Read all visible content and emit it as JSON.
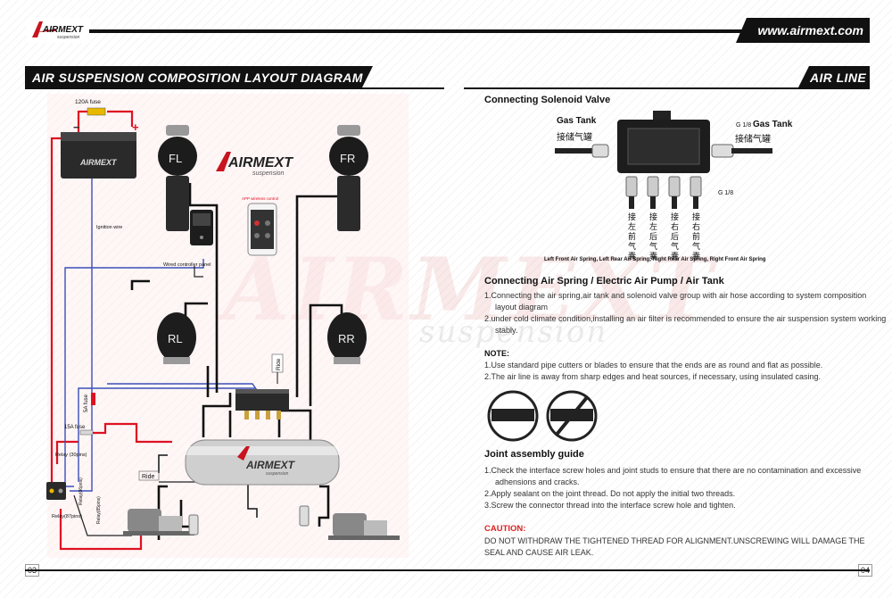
{
  "header": {
    "brand": "AIRMEXT",
    "brand_sub": "suspension",
    "url": "www.airmext.com"
  },
  "left": {
    "title": "AIR SUSPENSION COMPOSITION LAYOUT DIAGRAM",
    "page_number": "03",
    "diagram": {
      "fuse_120a": "120A fuse",
      "ignition_wire": "Ignition wire",
      "wired_panel": "Wired controller panel",
      "app_control": "APP wireless control",
      "fuse_5a": "5A fuse",
      "fuse_15a": "15A fuse",
      "relay_30": "Relay (30pins)",
      "relay_86": "Relay(86pins)",
      "relay_85": "Relay(85pins)",
      "relay_87": "Relay(87pins)",
      "ride_top": "Ride",
      "ride_tank": "Ride",
      "springs": [
        "FL",
        "FR",
        "RL",
        "RR"
      ],
      "plus": "+",
      "minus": "−"
    },
    "watermark_main": "AIRMEXT",
    "watermark_sub": "suspension"
  },
  "right": {
    "title": "AIR LINE",
    "page_number": "04",
    "solenoid": {
      "heading": "Connecting Solenoid Valve",
      "gas_tank_left": "Gas Tank",
      "gas_tank_right": "Gas Tank",
      "cn_gas_tank": "接储气罐",
      "thread": "G 1/8",
      "ports_cn": [
        "接左前气囊",
        "接左后气囊",
        "接右后气囊",
        "接右前气囊"
      ],
      "ports_caption": "Left Front Air Spring, Left Rear Air Spring, Right Rear Air Spring, Right Front Air Spring"
    },
    "connecting": {
      "heading": "Connecting Air Spring / Electric Air Pump / Air Tank",
      "items": [
        "1.Connecting the air spring,air tank and solenoid valve group with air hose according to system composition layout diagram",
        "2.under cold climate condition,installing an air filter is recommended to ensure the air suspension system working stably."
      ]
    },
    "note": {
      "heading": "NOTE:",
      "items": [
        "1.Use standard pipe cutters or blades to ensure that the ends are as round and flat as possible.",
        "2.The air line is away from sharp edges and heat sources, if necessary, using insulated casing."
      ]
    },
    "joint": {
      "heading": "Joint assembly guide",
      "items": [
        "1.Check the interface screw holes and joint studs to ensure that there are no contamination and excessive adhensions and cracks.",
        "2.Apply sealant on the joint thread. Do not apply the initial two threads.",
        "3.Screw the connector thread into the interface screw hole and tighten."
      ]
    },
    "caution": {
      "heading": "CAUTION:",
      "text": "DO NOT WITHDRAW THE TIGHTENED THREAD FOR ALIGNMENT.UNSCREWING WILL DAMAGE  THE SEAL AND CAUSE AIR LEAK."
    }
  }
}
